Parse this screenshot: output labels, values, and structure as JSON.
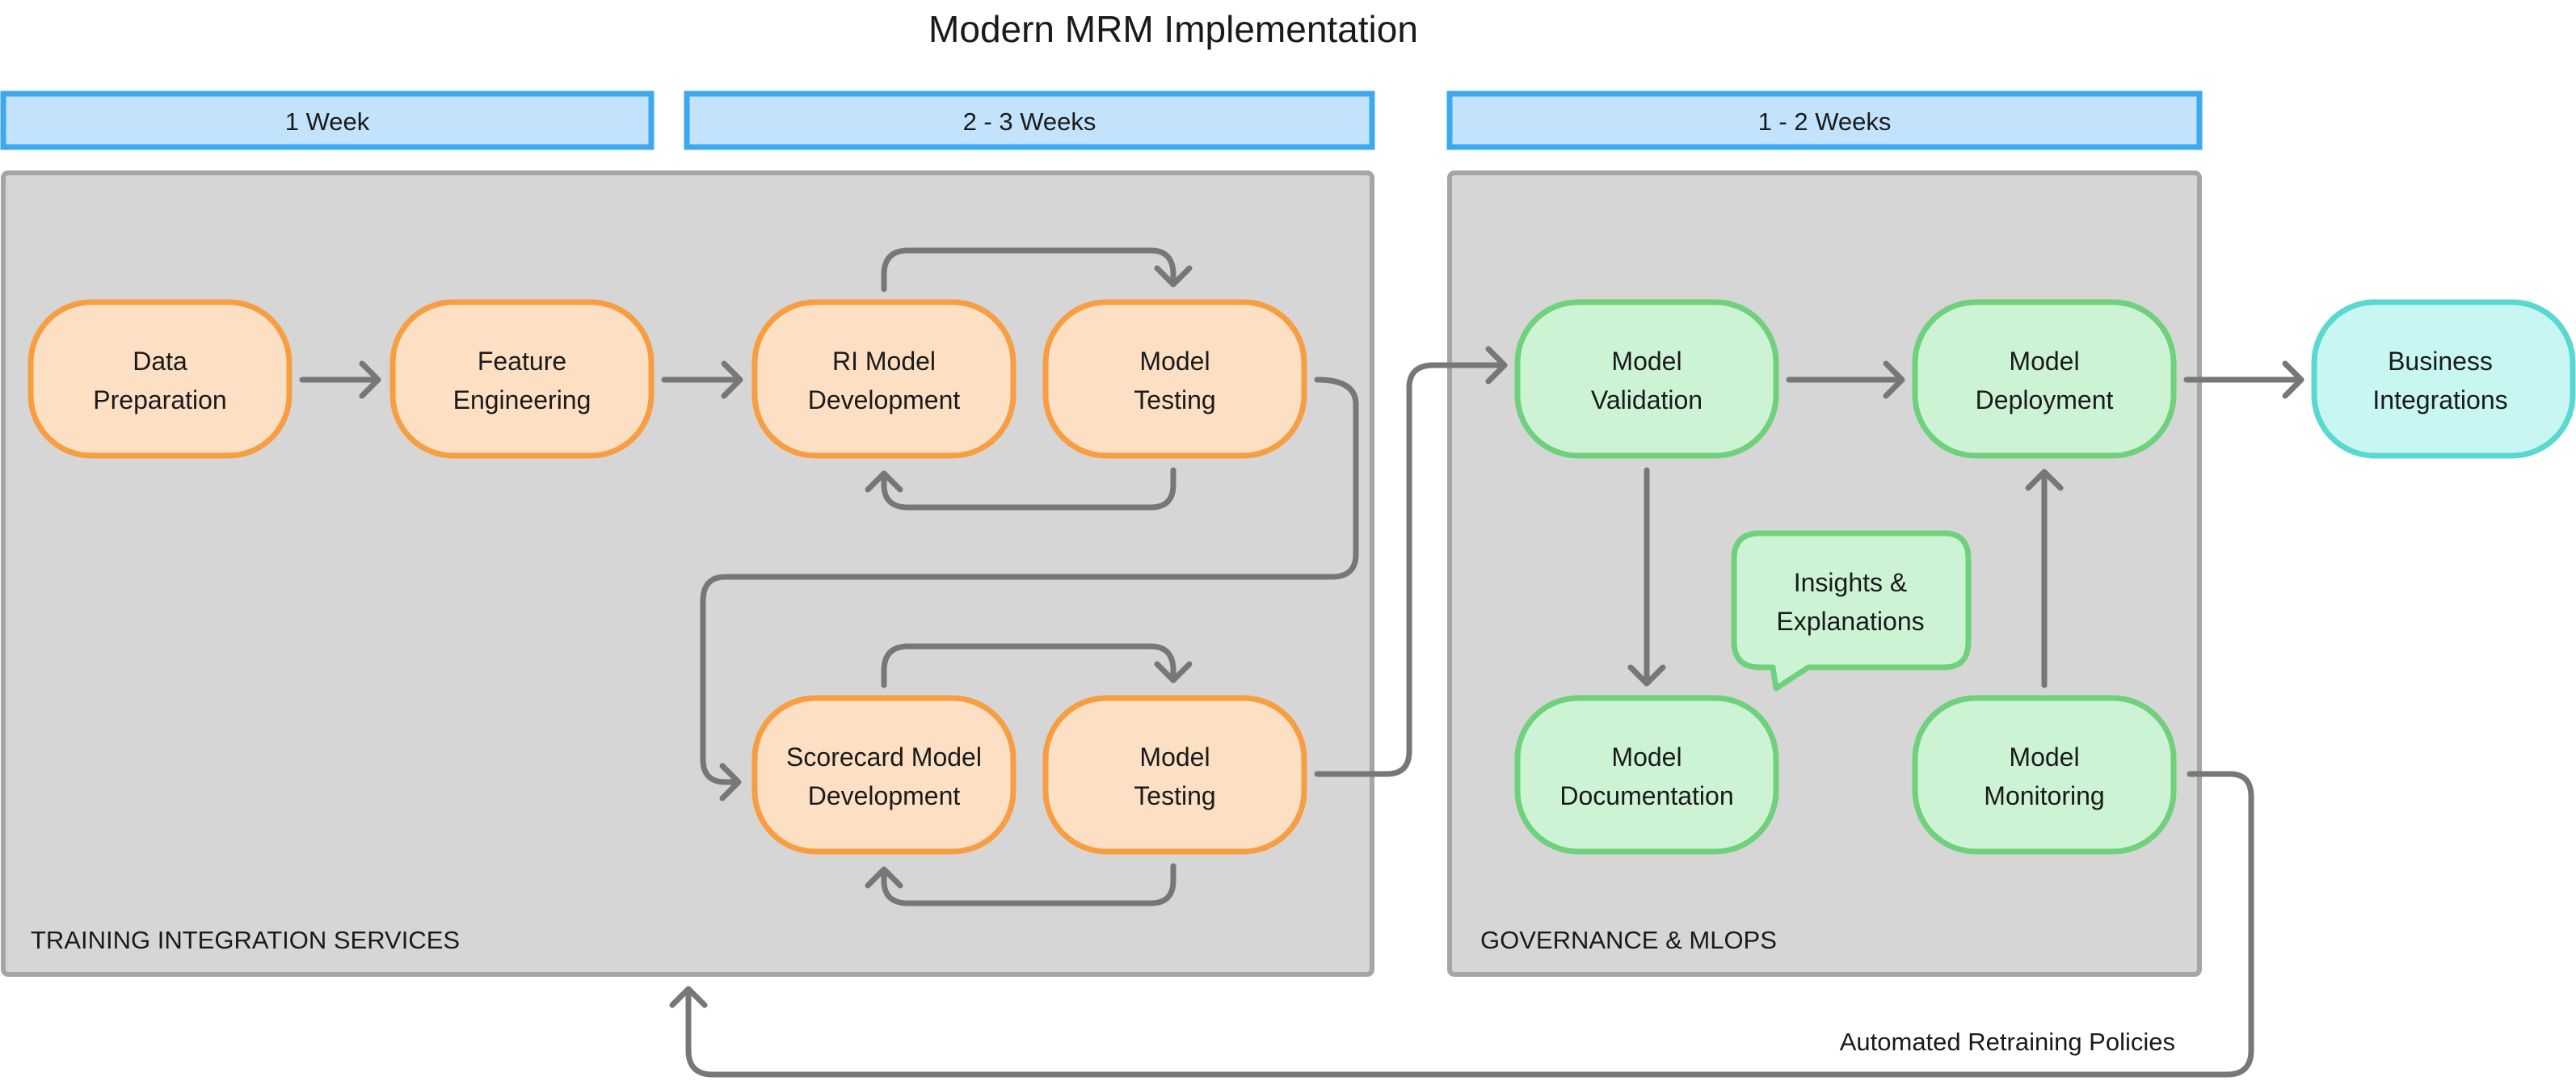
{
  "title": "Modern MRM Implementation",
  "colors": {
    "band_fill": "#c3e2fb",
    "band_stroke": "#3ea8ee",
    "section_fill": "#d6d6d6",
    "section_stroke": "#a5a5a5",
    "orange_fill": "#fddfc4",
    "orange_stroke": "#f79e42",
    "green_fill": "#cdf3d5",
    "green_stroke": "#6fd17c",
    "cyan_fill": "#c8f7f3",
    "cyan_stroke": "#58d8cf",
    "arrow": "#777777"
  },
  "timeline": [
    {
      "label": "1 Week"
    },
    {
      "label": "2 - 3 Weeks"
    },
    {
      "label": "1 - 2 Weeks"
    }
  ],
  "sections": {
    "training": "TRAINING INTEGRATION SERVICES",
    "governance": "GOVERNANCE & MLOPS"
  },
  "nodes": {
    "data_prep": {
      "lines": [
        "Data",
        "Preparation"
      ],
      "color": "orange"
    },
    "feature_eng": {
      "lines": [
        "Feature",
        "Engineering"
      ],
      "color": "orange"
    },
    "ri_dev": {
      "lines": [
        "RI Model",
        "Development"
      ],
      "color": "orange"
    },
    "testing_1": {
      "lines": [
        "Model",
        "Testing"
      ],
      "color": "orange"
    },
    "scorecard_dev": {
      "lines": [
        "Scorecard Model",
        "Development"
      ],
      "color": "orange"
    },
    "testing_2": {
      "lines": [
        "Model",
        "Testing"
      ],
      "color": "orange"
    },
    "validation": {
      "lines": [
        "Model",
        "Validation"
      ],
      "color": "green"
    },
    "deployment": {
      "lines": [
        "Model",
        "Deployment"
      ],
      "color": "green"
    },
    "documentation": {
      "lines": [
        "Model",
        "Documentation"
      ],
      "color": "green"
    },
    "monitoring": {
      "lines": [
        "Model",
        "Monitoring"
      ],
      "color": "green"
    },
    "insights": {
      "lines": [
        "Insights &",
        "Explanations"
      ],
      "color": "green"
    },
    "business": {
      "lines": [
        "Business",
        "Integrations"
      ],
      "color": "cyan"
    }
  },
  "edges": [
    {
      "from": "data_prep",
      "to": "feature_eng"
    },
    {
      "from": "feature_eng",
      "to": "ri_dev"
    },
    {
      "from": "ri_dev",
      "to": "testing_1",
      "kind": "loop"
    },
    {
      "from": "testing_1",
      "to": "ri_dev",
      "kind": "loop"
    },
    {
      "from": "testing_1",
      "to": "scorecard_dev"
    },
    {
      "from": "scorecard_dev",
      "to": "testing_2",
      "kind": "loop"
    },
    {
      "from": "testing_2",
      "to": "scorecard_dev",
      "kind": "loop"
    },
    {
      "from": "testing_2",
      "to": "validation"
    },
    {
      "from": "validation",
      "to": "deployment"
    },
    {
      "from": "validation",
      "to": "documentation"
    },
    {
      "from": "monitoring",
      "to": "deployment"
    },
    {
      "from": "deployment",
      "to": "business"
    },
    {
      "from": "monitoring",
      "to": "training",
      "label": "Automated Retraining Policies"
    }
  ],
  "retraining_label": "Automated Retraining Policies"
}
